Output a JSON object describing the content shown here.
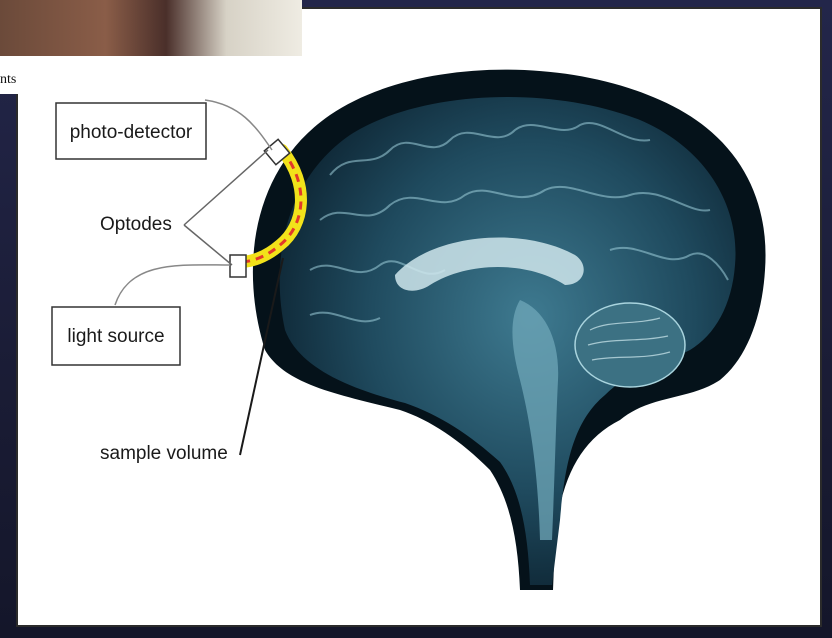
{
  "photo_caption": "nts",
  "labels": {
    "photo_detector": "photo-detector",
    "optodes": "Optodes",
    "light_source": "light source",
    "sample_volume": "sample volume"
  },
  "colors": {
    "background": "#1c1e38",
    "figure_bg": "#ffffff",
    "brain_tissue": "#1f4a5e",
    "light_path_outer": "#f2e21a",
    "light_path_inner": "#e23a2a"
  }
}
